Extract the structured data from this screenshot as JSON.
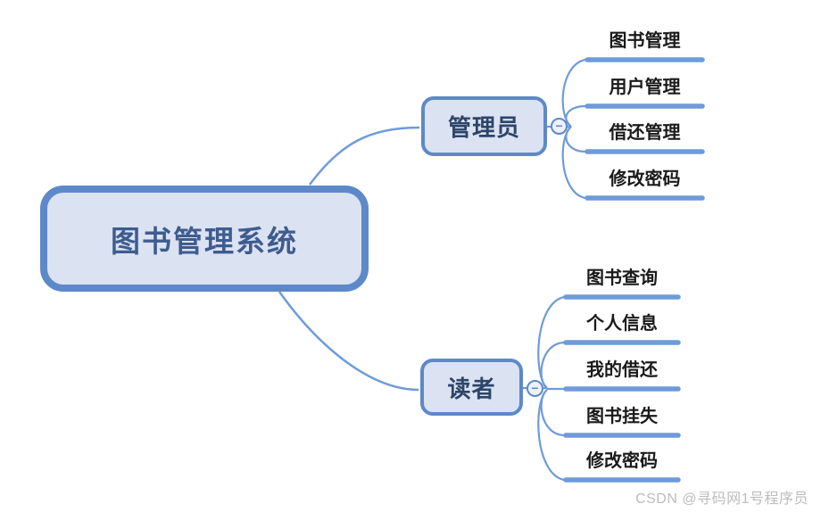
{
  "diagram": {
    "root": {
      "label": "图书管理系统"
    },
    "branches": [
      {
        "label": "管理员",
        "collapse_glyph": "−",
        "children": [
          "图书管理",
          "用户管理",
          "借还管理",
          "修改密码"
        ]
      },
      {
        "label": "读者",
        "collapse_glyph": "−",
        "children": [
          "图书查询",
          "个人信息",
          "我的借还",
          "图书挂失",
          "修改密码"
        ]
      }
    ]
  },
  "watermark": {
    "text": "CSDN @寻码网1号程序员"
  },
  "colors": {
    "line_blue": "#6F9BD9",
    "border_blue": "#5D89C8",
    "node_fill": "#DBE2F1",
    "root_text": "#3E5C8E",
    "branch_text": "#2D4569",
    "topic_text": "#1A1A1A",
    "watermark_gray": "#BCBCBC"
  }
}
